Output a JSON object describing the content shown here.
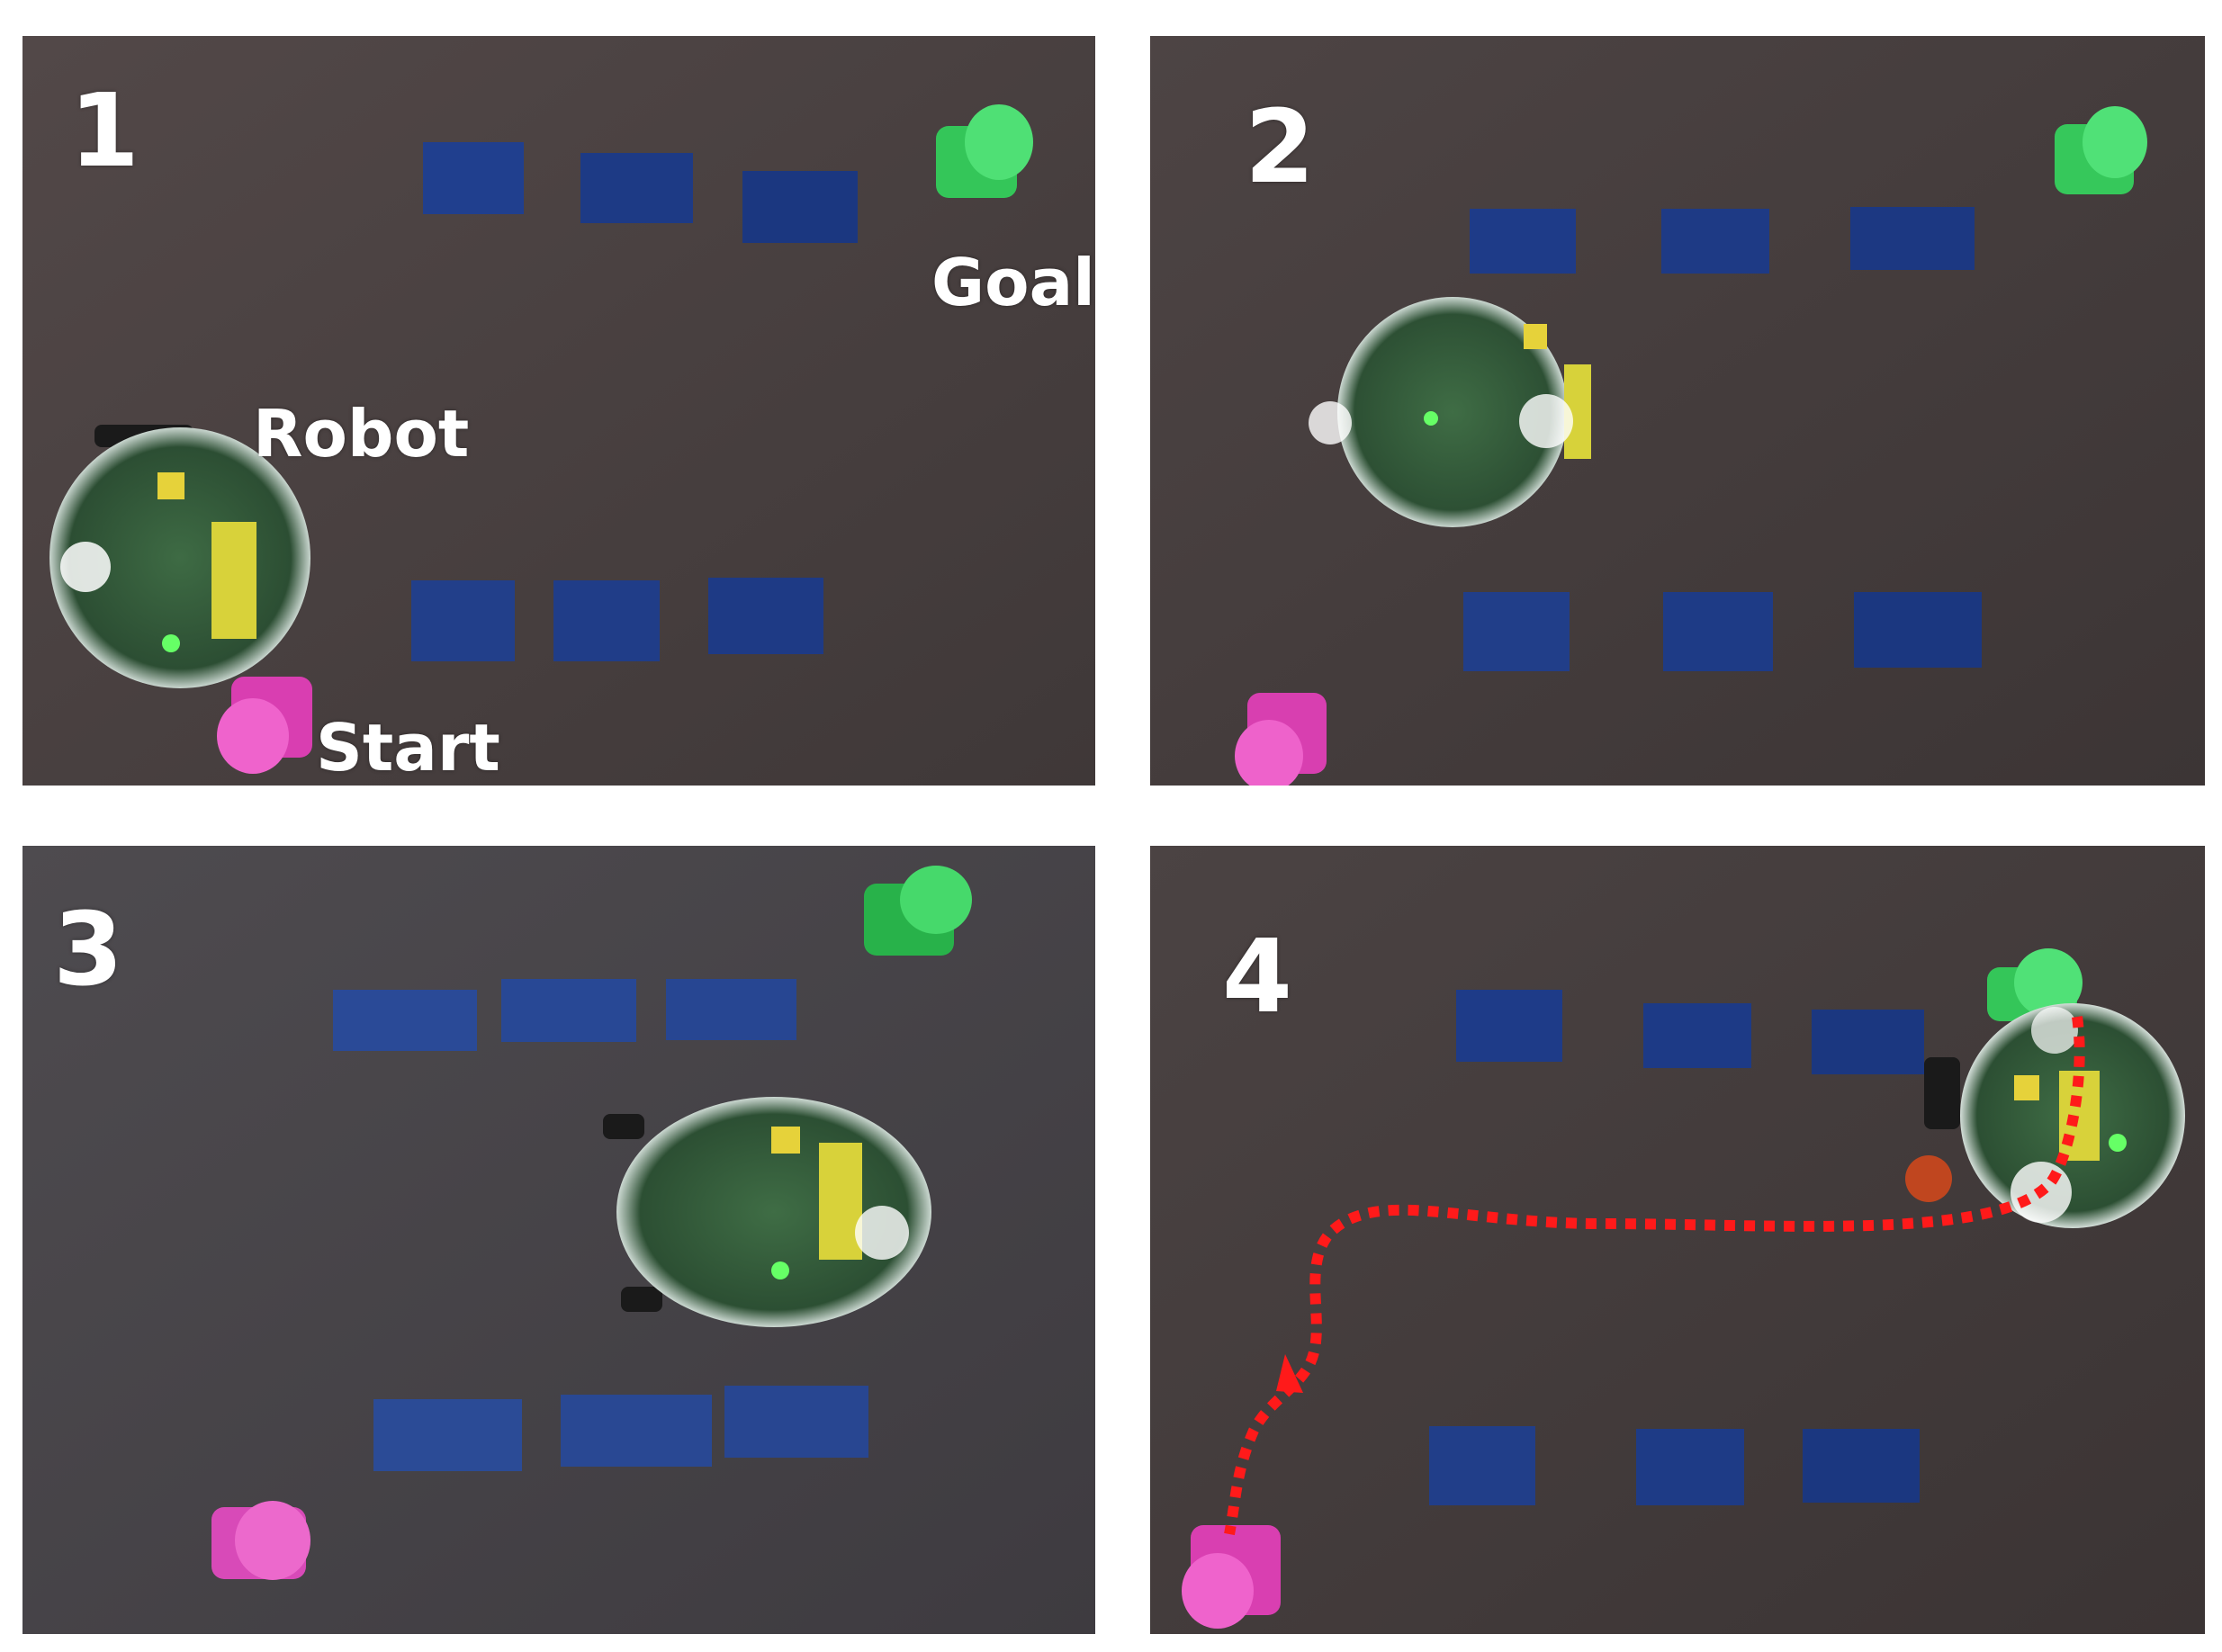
{
  "panels": [
    {
      "number": "1",
      "labels": {
        "goal": "Goal",
        "robot": "Robot",
        "start": "Start"
      }
    },
    {
      "number": "2"
    },
    {
      "number": "3"
    },
    {
      "number": "4"
    }
  ],
  "colors": {
    "floor": "#4a4242",
    "block": "#1f3d8a",
    "goal_marker": "#3bd163",
    "start_marker": "#e24fc0",
    "robot_board": "#2f5d38",
    "path": "#ff1a1a"
  }
}
